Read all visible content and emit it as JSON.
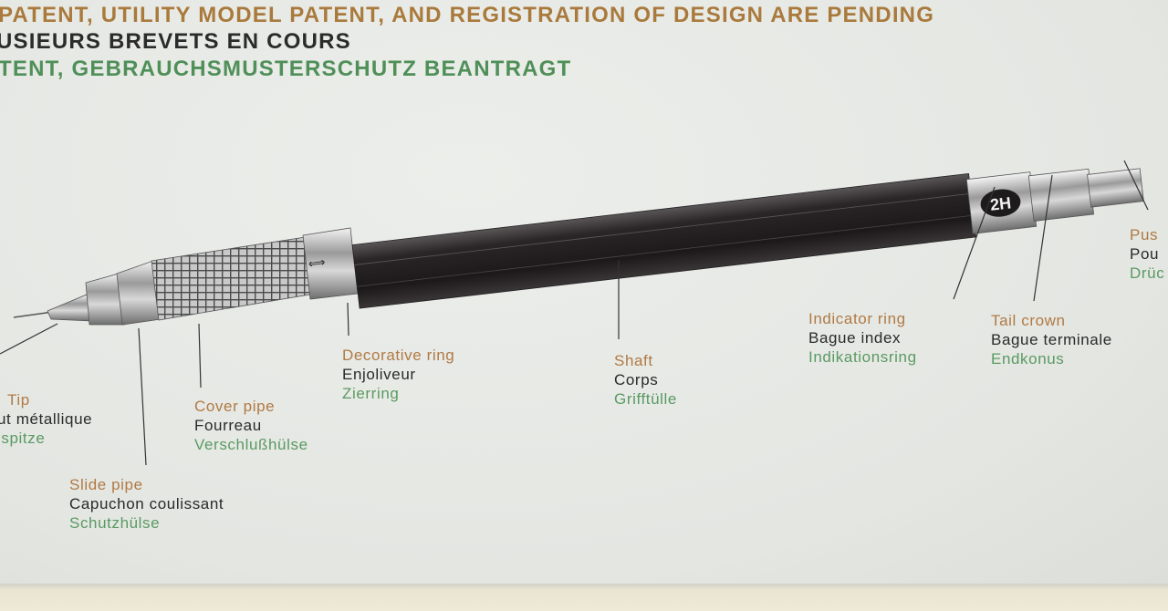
{
  "header": {
    "line_en": "PATENT, UTILITY MODEL PATENT, AND REGISTRATION OF DESIGN ARE PENDING",
    "line_fr": "USIEURS BREVETS EN COURS",
    "line_de": "TENT, GEBRAUCHSMUSTERSCHUTZ BEANTRAGT"
  },
  "pencil": {
    "grade_label": "2H",
    "body_color": "#2a2628"
  },
  "parts": {
    "tip": {
      "en": "Tip",
      "fr": "ut métallique",
      "de": "lspitze"
    },
    "slide_pipe": {
      "en": "Slide pipe",
      "fr": "Capuchon coulissant",
      "de": "Schutzhülse"
    },
    "cover_pipe": {
      "en": "Cover pipe",
      "fr": "Fourreau",
      "de": "Verschlußhülse"
    },
    "decorative_ring": {
      "en": "Decorative ring",
      "fr": "Enjoliveur",
      "de": "Zierring"
    },
    "shaft": {
      "en": "Shaft",
      "fr": "Corps",
      "de": "Grifftülle"
    },
    "indicator_ring": {
      "en": "Indicator ring",
      "fr": "Bague index",
      "de": "Indikationsring"
    },
    "tail_crown": {
      "en": "Tail crown",
      "fr": "Bague terminale",
      "de": "Endkonus"
    },
    "push": {
      "en": "Pus",
      "fr": "Pou",
      "de": "Drüc"
    }
  }
}
